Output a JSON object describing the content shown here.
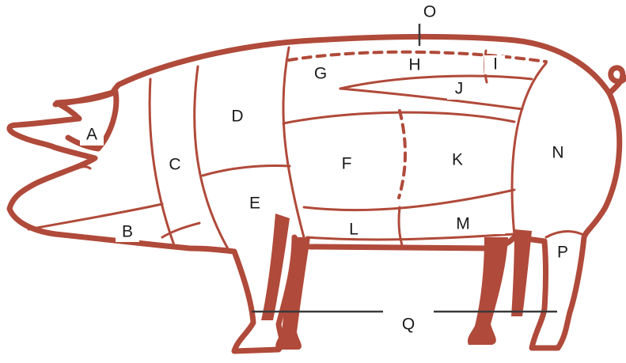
{
  "diagram": {
    "colors": {
      "outline": "#b04a3a",
      "pointer": "#3a3a3a",
      "text": "#1a1a1a"
    },
    "labels": {
      "A": "A",
      "B": "B",
      "C": "C",
      "D": "D",
      "E": "E",
      "F": "F",
      "G": "G",
      "H": "H",
      "I": "I",
      "J": "J",
      "K": "K",
      "L": "L",
      "M": "M",
      "N": "N",
      "O": "O",
      "P": "P",
      "Q": "Q"
    }
  }
}
